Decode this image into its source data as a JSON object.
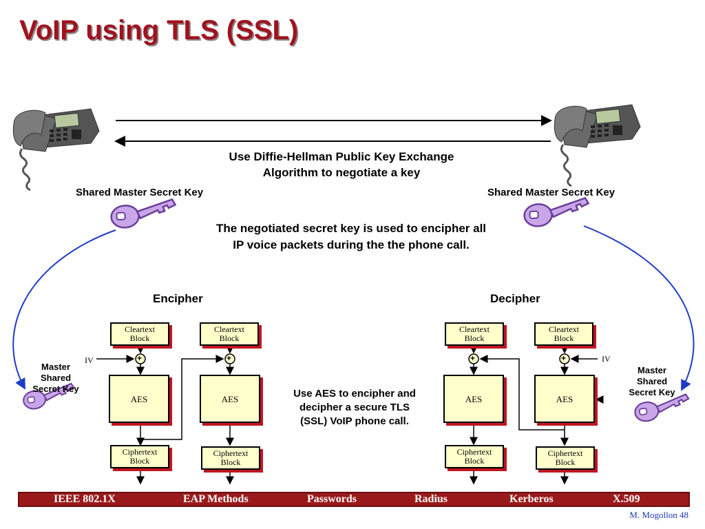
{
  "title": "VoIP using TLS (SSL)",
  "dh_text": [
    "Use Diffie-Hellman Public Key Exchange",
    "Algorithm to negotiate a key"
  ],
  "shared_key_label": "Shared Master Secret Key",
  "negotiated_text": [
    "The negotiated secret key is used to encipher all",
    "IP voice packets during the the phone call."
  ],
  "encipher_label": "Encipher",
  "decipher_label": "Decipher",
  "cleartext_block": [
    "Cleartext",
    "Block"
  ],
  "ciphertext_block": [
    "Ciphertext",
    "Block"
  ],
  "aes_label": "AES",
  "iv_label": "IV",
  "xor_symbol": "+",
  "master_key_label": [
    "Master",
    "Shared",
    "Secret Key"
  ],
  "aes_text": [
    "Use AES to encipher and",
    "decipher a secure TLS",
    "(SSL) VoIP phone call."
  ],
  "footer_nav": [
    "IEEE 802.1X",
    "EAP Methods",
    "Passwords",
    "Radius",
    "Kerberos",
    "X.509"
  ],
  "credit": "M. Mogollon 48",
  "colors": {
    "title": "#a0121e",
    "box_fill": "#ffffcc",
    "box_shadow": "#c0161f",
    "key": "#9966cc",
    "footer": "#9a1a1c",
    "curve": "#1e3cc8"
  }
}
